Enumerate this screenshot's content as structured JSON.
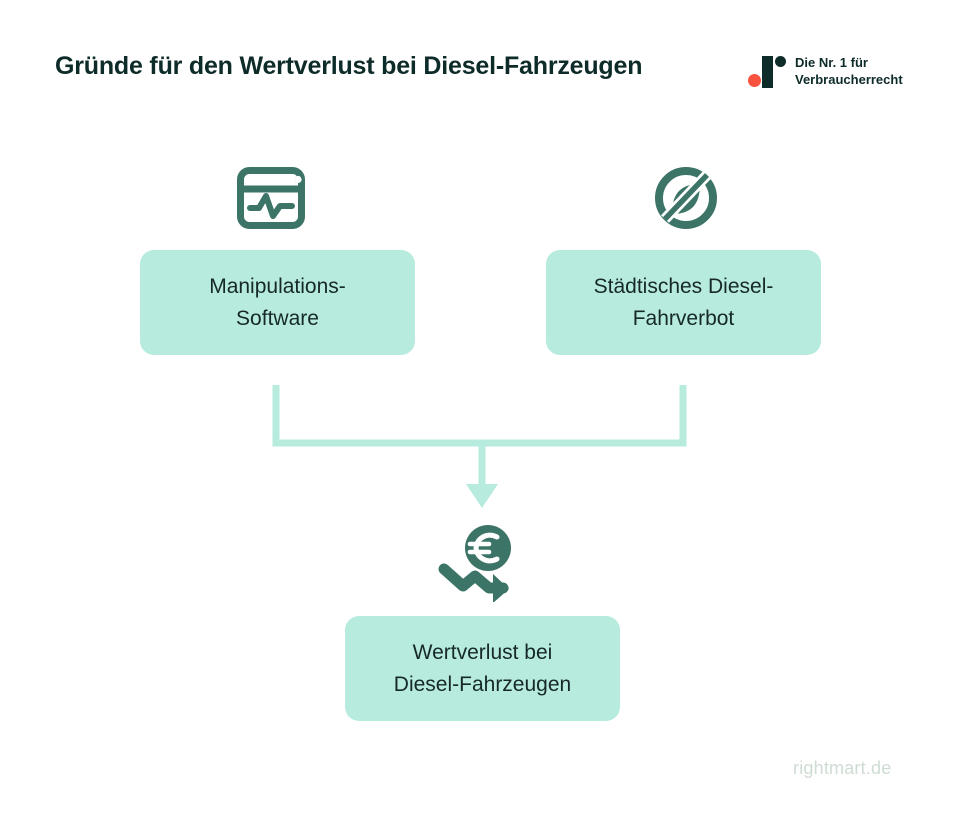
{
  "header": {
    "title": "Gründe für den Wertverlust bei Diesel-Fahrzeugen",
    "logo": {
      "line1": "Die Nr. 1 für",
      "line2": "Verbraucherrecht",
      "mark_icon": "rightmart-logo-icon",
      "dark_color": "#0d2b28",
      "accent_color": "#f9533f"
    }
  },
  "diagram": {
    "type": "flowchart",
    "causes": [
      {
        "icon": "browser-pulse-icon",
        "line1": "Manipulations-",
        "line2": "Software"
      },
      {
        "icon": "no-emissions-leaf-icon",
        "line1": "Städtisches Diesel-",
        "line2": "Fahrverbot"
      }
    ],
    "result": {
      "icon": "euro-decline-arrow-icon",
      "line1": "Wertverlust bei",
      "line2": "Diesel-Fahrzeugen"
    },
    "connector_icon": "merge-down-arrow-icon",
    "colors": {
      "box_fill": "#b6ebdd",
      "icon": "#3d7468",
      "connector": "#b6ebdd",
      "text": "#17282b"
    }
  },
  "footer": {
    "watermark": "rightmart.de"
  }
}
